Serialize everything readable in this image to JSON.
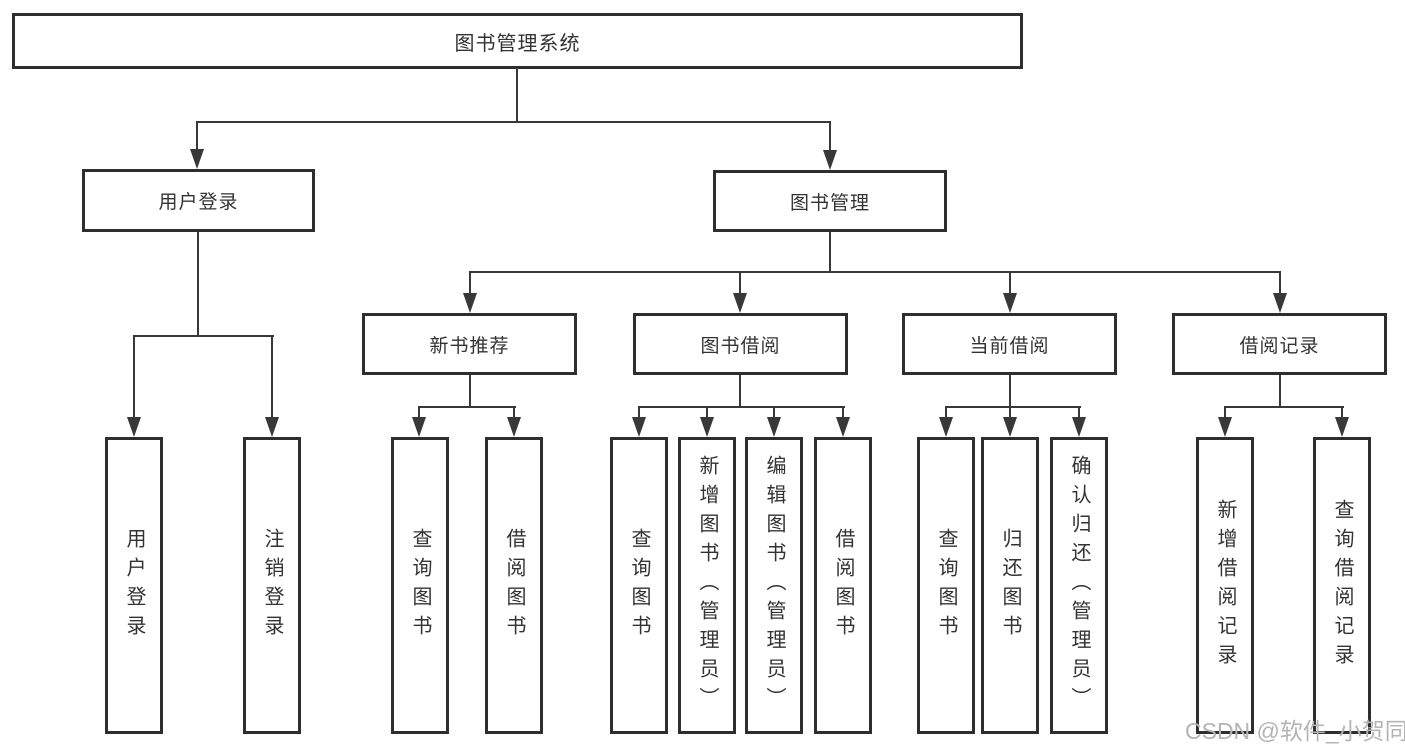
{
  "diagram_title": "图书管理系统",
  "watermark": "CSDN @软件_小贺同学",
  "colors": {
    "background": "#ffffff",
    "box_border": "#2e2e2e",
    "line": "#383838",
    "text": "#333333",
    "watermark": "#b4b4b4"
  },
  "tree": {
    "label": "图书管理系统",
    "children": [
      {
        "label": "用户登录",
        "children": [
          {
            "label": "用户登录"
          },
          {
            "label": "注销登录"
          }
        ]
      },
      {
        "label": "图书管理",
        "children": [
          {
            "label": "新书推荐",
            "children": [
              {
                "label": "查询图书"
              },
              {
                "label": "借阅图书"
              }
            ]
          },
          {
            "label": "图书借阅",
            "children": [
              {
                "label": "查询图书"
              },
              {
                "label": "新增图书（管理员）"
              },
              {
                "label": "编辑图书（管理员）"
              },
              {
                "label": "借阅图书"
              }
            ]
          },
          {
            "label": "当前借阅",
            "children": [
              {
                "label": "查询图书"
              },
              {
                "label": "归还图书"
              },
              {
                "label": "确认归还（管理员）"
              }
            ]
          },
          {
            "label": "借阅记录",
            "children": [
              {
                "label": "新增借阅记录"
              },
              {
                "label": "查询借阅记录"
              }
            ]
          }
        ]
      }
    ]
  }
}
